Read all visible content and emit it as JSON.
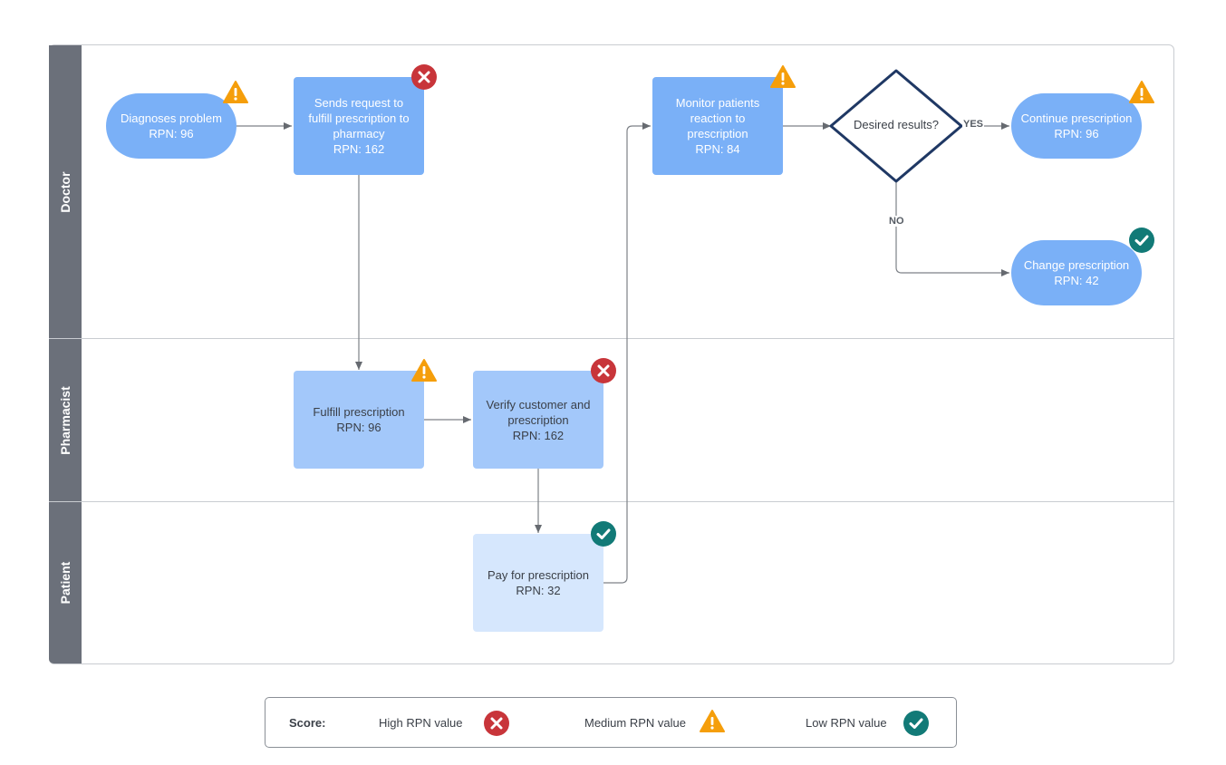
{
  "lanes": [
    {
      "label": "Doctor"
    },
    {
      "label": "Pharmacist"
    },
    {
      "label": "Patient"
    }
  ],
  "nodes": {
    "diagnoses": {
      "text": "Diagnoses problem\nRPN: 96"
    },
    "sends_request": {
      "text": "Sends request to\nfulfill prescription to\npharmacy\nRPN: 162"
    },
    "monitor": {
      "text": "Monitor patients\nreaction to\nprescription\nRPN: 84"
    },
    "decision": {
      "text": "Desired results?"
    },
    "continue": {
      "text": "Continue prescription\nRPN: 96"
    },
    "change": {
      "text": "Change prescription\nRPN: 42"
    },
    "fulfill": {
      "text": "Fulfill prescription\nRPN: 96"
    },
    "verify": {
      "text": "Verify customer and\nprescription\nRPN: 162"
    },
    "pay": {
      "text": "Pay for prescription\nRPN: 32"
    }
  },
  "edge_labels": {
    "yes": "YES",
    "no": "NO"
  },
  "legend": {
    "title": "Score:",
    "high": "High RPN value",
    "medium": "Medium RPN value",
    "low": "Low RPN value"
  },
  "colors": {
    "high": "#c8353a",
    "medium": "#f59e0b",
    "low": "#127a77",
    "node_dark": "#7ab0f7",
    "node_mid": "#a3c8fa",
    "node_light": "#d6e7fd",
    "decision_stroke": "#1f3864",
    "lane_header": "#6b707a"
  }
}
